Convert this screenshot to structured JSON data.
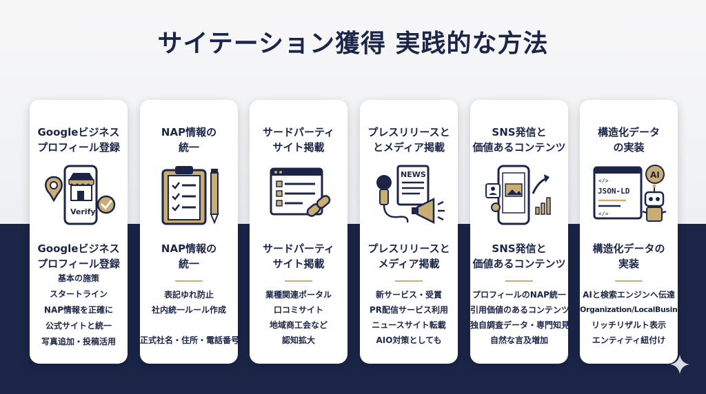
{
  "title": "サイテーション獲得 実践的な方法",
  "cards": [
    {
      "head": "Googleビジネス\nプロフィール登録",
      "icon": "google-business-verify-icon",
      "title": "Googleビジネス\nプロフィール登録",
      "icon_text": "Verify",
      "items": [
        "基本の施策",
        "スタートライン",
        "NAP情報を正確に",
        "公式サイトと統一",
        "写真追加・投稿活用"
      ]
    },
    {
      "head": "NAP情報の\n統一",
      "icon": "clipboard-checklist-icon",
      "title": "NAP情報の\n統一",
      "items": [
        "表記ゆれ防止",
        "社内統一ルール作成",
        "",
        "正式社名・住所・電話番号"
      ]
    },
    {
      "head": "サードパーティ\nサイト掲載",
      "icon": "listing-link-icon",
      "title": "サードパーティ\nサイト掲載",
      "items": [
        "業種関連ポータル",
        "口コミサイト",
        "地域商工会など",
        "認知拡大"
      ]
    },
    {
      "head": "プレスリリースと\nとメディア掲載",
      "icon": "news-microphone-megaphone-icon",
      "title": "プレスリリースと\nメディア掲載",
      "icon_text": "NEWS",
      "items": [
        "新サービス・受賞",
        "PR配信サービス利用",
        "ニュースサイト転載",
        "AIO対策としても"
      ]
    },
    {
      "head": "SNS発信と\n価値あるコンテンツ",
      "icon": "smartphone-sns-growth-icon",
      "title": "SNS発信と\n価値あるコンテンツ",
      "items": [
        "プロフィールのNAP統一",
        "引用価値のあるコンテンツ",
        "独自調査データ・専門知見",
        "自然な言及増加"
      ]
    },
    {
      "head": "構造化データ\nの実装",
      "icon": "json-ld-ai-robot-icon",
      "title": "構造化データの\n実装",
      "icon_text": "JSON-LD",
      "icon_badge": "AI",
      "icon_code_1": "</>",
      "icon_code_2": "</>",
      "items": [
        "AIと検索エンジンへ伝達",
        "Organization/LocalBusiness",
        "リッチリザルト表示",
        "エンティティ紐付け"
      ]
    }
  ],
  "colors": {
    "navy": "#1b2547",
    "gold": "#c9ad72",
    "background": "#f2f3f5"
  },
  "watermark_icon": "sparkle-icon"
}
